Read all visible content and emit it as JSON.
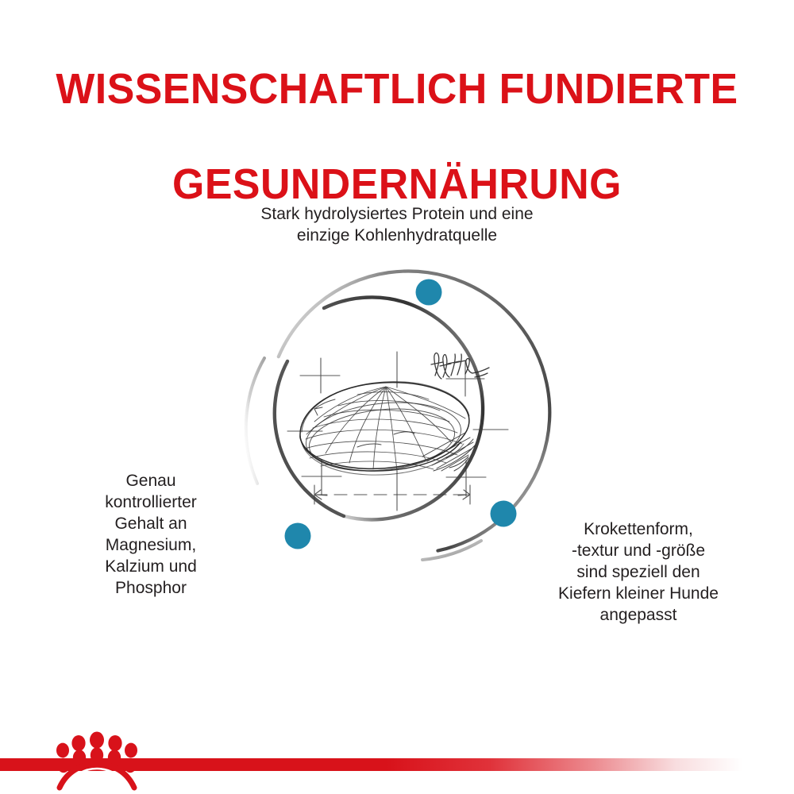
{
  "page": {
    "background": "#ffffff",
    "brand_red": "#db1118",
    "accent_teal": "#1f87ac",
    "body_text_color": "#231f20"
  },
  "header": {
    "title_line1": "WISSENSCHAFTLICH FUNDIERTE",
    "title_line2": "GESUNDERNÄHRUNG"
  },
  "diagram": {
    "center_illustration": "kibble-technical-sketch",
    "rings": [
      {
        "name": "inner-ring",
        "radius": 140,
        "color": "#4a4a4a"
      },
      {
        "name": "outer-ring",
        "radius": 178,
        "color": "#6a6a6a"
      }
    ],
    "nodes": [
      {
        "name": "node-top",
        "color": "#1f87ac"
      },
      {
        "name": "node-bottom-left",
        "color": "#1f87ac"
      },
      {
        "name": "node-bottom-right",
        "color": "#1f87ac"
      }
    ]
  },
  "callouts": {
    "top": "Stark hydrolysiertes Protein und eine\neinzige Kohlenhydratquelle",
    "left": "Genau\nkontrollierter\nGehalt an\nMagnesium,\nKalzium und\nPhosphor",
    "right": "Krokettenform,\n-textur und -größe\nsind speziell den\nKiefern kleiner Hunde\nangepasst"
  },
  "footer": {
    "logo_name": "royal-canin-crown-logo",
    "bar_color": "#d8121a"
  }
}
